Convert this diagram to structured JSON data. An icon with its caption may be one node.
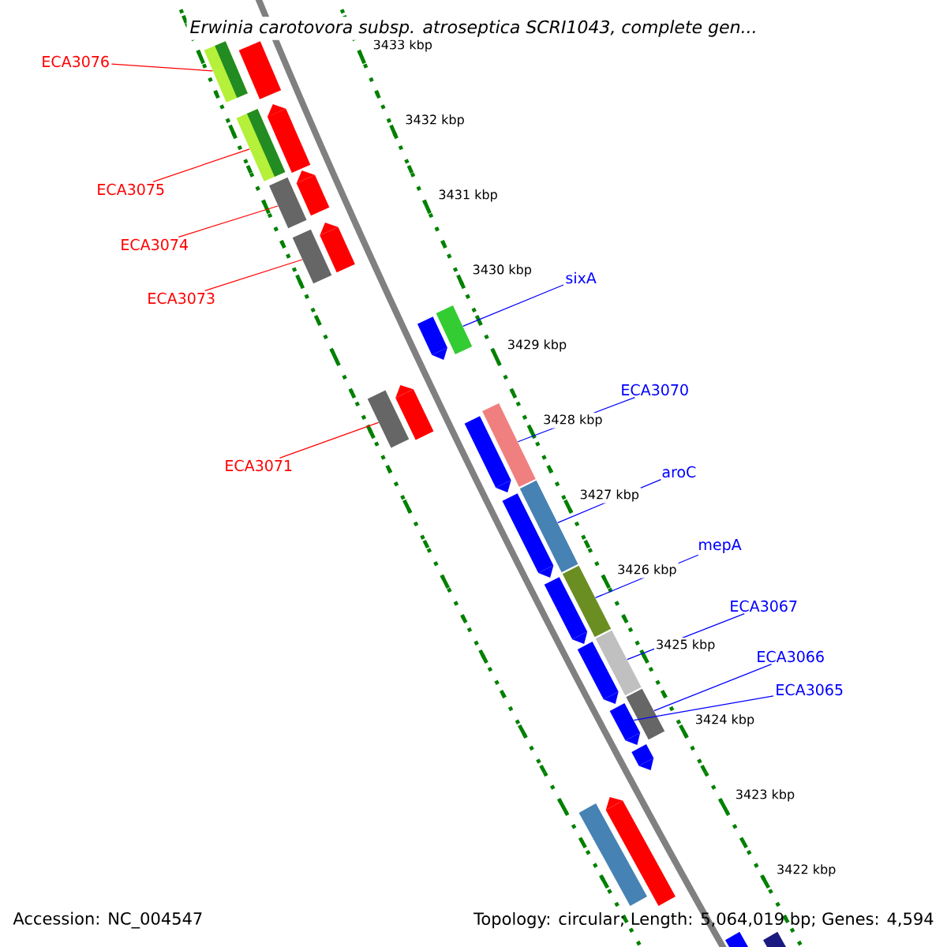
{
  "diagram": {
    "title": "Erwinia carotovora subsp. atroseptica SCRI1043, complete gen...",
    "nodes": [
      {
        "text": [
          "ECA3076"
        ]
      },
      {
        "text": [
          "ECA3075"
        ]
      },
      {
        "text": [
          "ECA3074"
        ]
      },
      {
        "text": [
          "sixA"
        ]
      },
      {
        "text": [
          "ECA3073"
        ]
      },
      {
        "text": [
          "ECA3070"
        ]
      },
      {
        "text": [
          "ECA3071"
        ]
      },
      {
        "text": [
          "aroC"
        ]
      },
      {
        "text": [
          "mepA"
        ]
      },
      {
        "text": [
          "ECA3067"
        ]
      },
      {
        "text": [
          "ECA3066"
        ]
      },
      {
        "text": [
          "ECA3065"
        ]
      },
      {
        "text": [],
        "shape": "bar"
      },
      {
        "text": [],
        "shape": "bar"
      },
      {
        "text": [],
        "shape": "bar"
      },
      {
        "text": [],
        "shape": "bar"
      },
      {
        "text": [],
        "shape": "bar"
      },
      {
        "text": [],
        "shape": "bar"
      },
      {
        "text": [],
        "shape": "bar"
      },
      {
        "text": [],
        "shape": "bar"
      },
      {
        "text": [],
        "shape": "bar"
      },
      {
        "text": [],
        "shape": "bar"
      },
      {
        "text": [],
        "shape": "bar"
      },
      {
        "text": [],
        "shape": "bar"
      },
      {
        "text": [],
        "shape": "bar"
      },
      {
        "text": [],
        "shape": "bar"
      },
      {
        "text": [],
        "shape": "bar"
      },
      {
        "text": [],
        "shape": "bar"
      },
      {
        "text": [],
        "shape": "bar"
      },
      {
        "text": [],
        "shape": "bar"
      },
      {
        "text": [],
        "shape": "bar"
      },
      {
        "text": [],
        "shape": "bar"
      },
      {
        "text": [],
        "shape": "bar"
      },
      {
        "text": [],
        "shape": "bar"
      },
      {
        "text": [],
        "shape": "bar"
      },
      {
        "text": [],
        "shape": "bar"
      },
      {
        "text": [],
        "shape": "bar"
      },
      {
        "text": [],
        "shape": "bar"
      },
      {
        "text": [],
        "shape": "bar"
      }
    ],
    "edges": [
      {
        "from": 0,
        "to": 12,
        "arrow": "none",
        "color": "#ff0000"
      },
      {
        "from": 1,
        "to": 15,
        "arrow": "none",
        "color": "#ff0000"
      },
      {
        "from": 2,
        "to": 17,
        "arrow": "none",
        "color": "#ff0000"
      },
      {
        "from": 3,
        "to": 20,
        "arrow": "none",
        "color": "#0000ff"
      },
      {
        "from": 4,
        "to": 19,
        "arrow": "none",
        "color": "#ff0000"
      },
      {
        "from": 5,
        "to": 24,
        "arrow": "none",
        "color": "#0000ff"
      },
      {
        "from": 6,
        "to": 23,
        "arrow": "none",
        "color": "#ff0000"
      },
      {
        "from": 7,
        "to": 26,
        "arrow": "none",
        "color": "#0000ff"
      },
      {
        "from": 8,
        "to": 28,
        "arrow": "none",
        "color": "#0000ff"
      },
      {
        "from": 9,
        "to": 30,
        "arrow": "none",
        "color": "#0000ff"
      },
      {
        "from": 10,
        "to": 32,
        "arrow": "none",
        "color": "#0000ff"
      },
      {
        "from": 11,
        "to": 33,
        "arrow": "none",
        "color": "#0000ff"
      }
    ],
    "labels": [
      "3433 kbp",
      "3432 kbp",
      "3431 kbp",
      "3430 kbp",
      "3429 kbp",
      "3428 kbp",
      "3427 kbp",
      "3426 kbp",
      "3425 kbp",
      "3424 kbp",
      "3423 kbp",
      "3422 kbp",
      "Accession: NC_004547",
      "Topology: circular; Length: 5,064,019 bp; Genes: 4,594"
    ]
  }
}
